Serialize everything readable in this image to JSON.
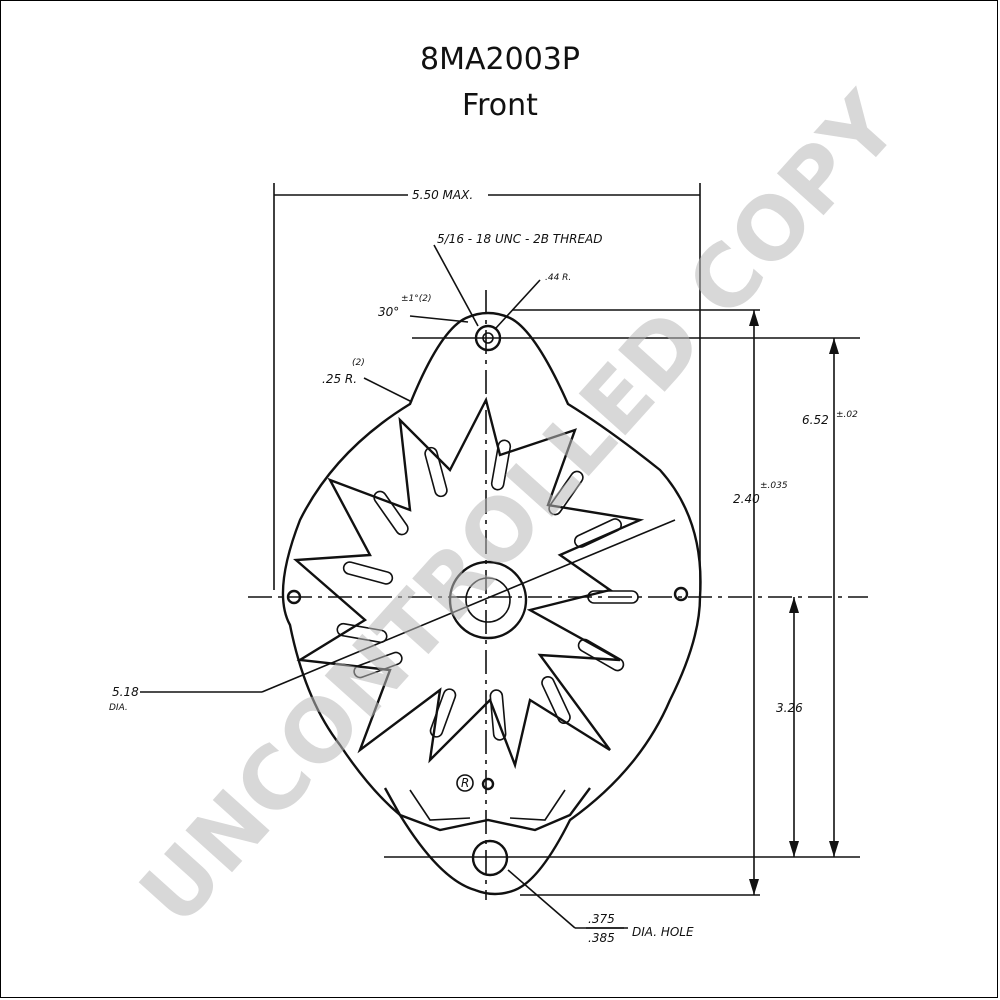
{
  "header": {
    "title": "8MA2003P",
    "subtitle": "Front"
  },
  "dimensions": {
    "overall_width": "5.50 MAX.",
    "thread": "5/16 - 18 UNC - 2B THREAD",
    "top_radius": ".44 R.",
    "angle": "30°",
    "angle_tol": "±1°(2)",
    "fillet_radius": ".25 R.",
    "fillet_note": "(2)",
    "height_total": "6.52",
    "height_total_tol": "±.02",
    "upper_offset": "2.40",
    "upper_offset_tol": "±.035",
    "lower_offset": "3.26",
    "body_dia": "5.18",
    "body_dia_suffix": "DIA.",
    "hole_dia_upper": ".375",
    "hole_dia_lower": ".385",
    "hole_label": "DIA. HOLE",
    "mark_r": "R"
  },
  "watermark": {
    "text": "UNCONTROLLED COPY",
    "color": "#b9b9b9"
  }
}
